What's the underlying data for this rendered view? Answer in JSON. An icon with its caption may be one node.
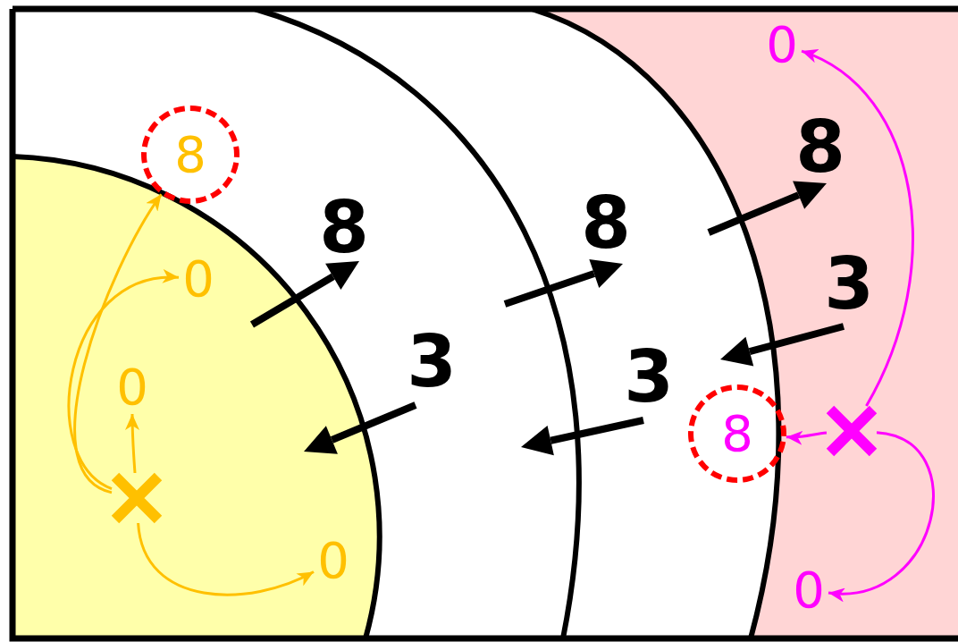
{
  "diagram": {
    "nodes": [
      {
        "text": [
          "0"
        ]
      },
      {
        "text": [
          "8"
        ]
      },
      {
        "text": [
          "0"
        ]
      },
      {
        "text": [
          "0"
        ]
      },
      {
        "text": [],
        "shape": "cross"
      },
      {
        "text": [
          "8"
        ]
      },
      {
        "text": [],
        "shape": "cross"
      },
      {
        "text": [
          "0"
        ]
      },
      {
        "text": [
          "0"
        ]
      }
    ],
    "edges": [
      {
        "from": 6,
        "to": 1,
        "arrow": "to"
      },
      {
        "from": 6,
        "to": 2,
        "arrow": "to"
      },
      {
        "from": 6,
        "to": 3,
        "arrow": "to"
      },
      {
        "from": 6,
        "to": 7,
        "arrow": "to"
      },
      {
        "from": 4,
        "to": 0,
        "arrow": "to",
        "color": "#ff00ff"
      },
      {
        "from": 4,
        "to": 5,
        "arrow": "to",
        "color": "#ff00ff"
      },
      {
        "from": 4,
        "to": 8,
        "arrow": "to",
        "color": "#ff00ff"
      }
    ],
    "labels": [
      "8",
      "8",
      "8",
      "3",
      "3",
      "3"
    ]
  }
}
